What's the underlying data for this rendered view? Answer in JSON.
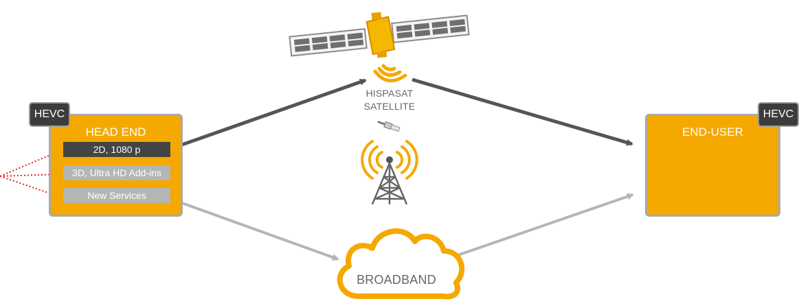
{
  "head_end": {
    "badge": "HEVC",
    "title": "HEAD END",
    "rows": [
      "2D, 1080 p",
      "3D, Ultra HD Add-ins",
      "New Services"
    ]
  },
  "end_user": {
    "badge": "HEVC",
    "title": "END-USER"
  },
  "satellite": {
    "label_line1": "HISPASAT",
    "label_line2": "SATELLITE"
  },
  "broadband": {
    "label": "BROADBAND"
  },
  "icons": [
    "satellite-icon",
    "signal-waves-icon",
    "antenna-connector-icon",
    "broadcast-tower-icon",
    "cloud-icon",
    "monitor-icon",
    "tablet-icon"
  ],
  "colors": {
    "accent": "#f5a800",
    "box_border": "#a9a9a9",
    "badge_bg": "#3c3c3c",
    "dark_arrow": "#555555",
    "light_arrow": "#b5b5b5",
    "dotted_arrow": "#e02020"
  }
}
